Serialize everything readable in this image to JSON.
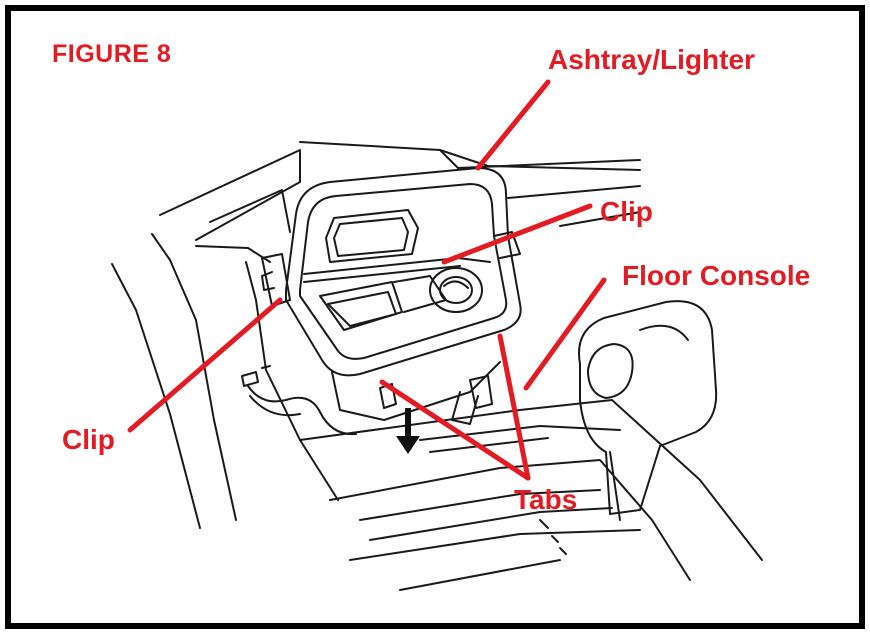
{
  "figure": {
    "label": "FIGURE 8"
  },
  "callouts": {
    "ashtray": "Ashtray/Lighter",
    "clip_upper": "Clip",
    "floor_console": "Floor Console",
    "clip_lower": "Clip",
    "tabs": "Tabs"
  },
  "colors": {
    "callout": "#e31b23",
    "line_art": "#1a1a1a",
    "frame": "#000000",
    "background": "#ffffff"
  }
}
